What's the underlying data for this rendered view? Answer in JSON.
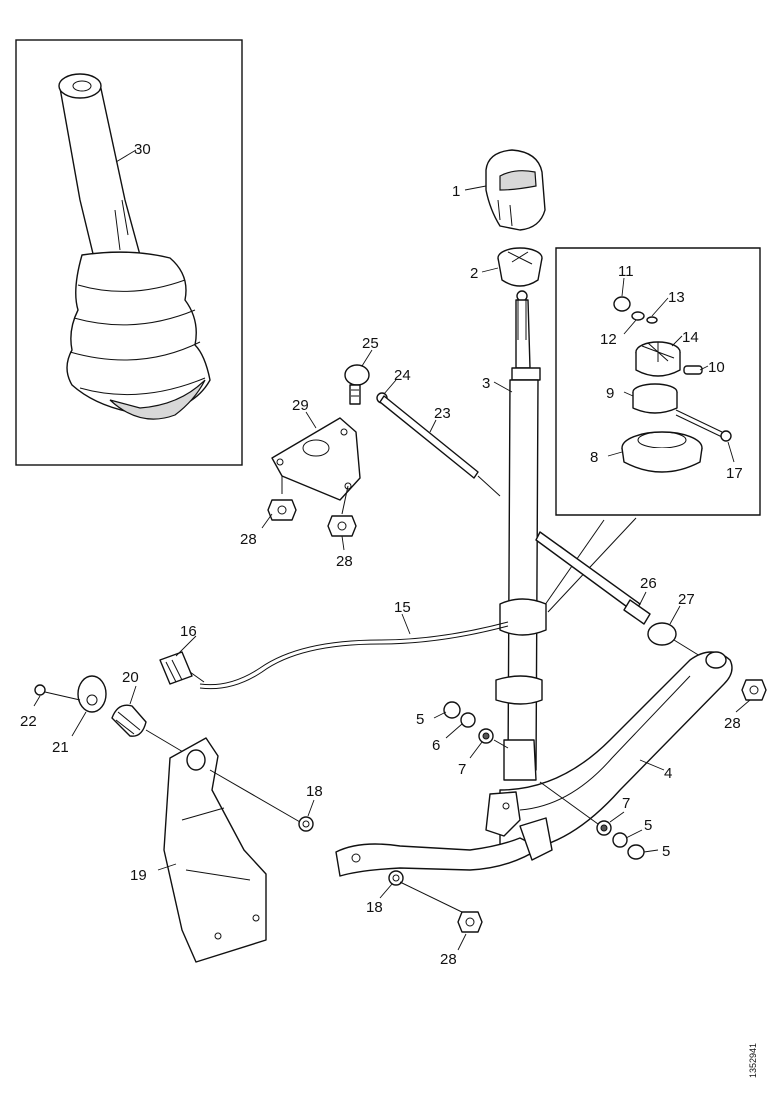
{
  "labels": {
    "l1": "1",
    "l2": "2",
    "l3": "3",
    "l4": "4",
    "l5a": "5",
    "l5b": "5",
    "l5c": "5",
    "l6": "6",
    "l7a": "7",
    "l7b": "7",
    "l8": "8",
    "l9": "9",
    "l10": "10",
    "l11": "11",
    "l12": "12",
    "l13": "13",
    "l14": "14",
    "l15": "15",
    "l16": "16",
    "l17": "17",
    "l18a": "18",
    "l18b": "18",
    "l19": "19",
    "l20": "20",
    "l21": "21",
    "l22": "22",
    "l23": "23",
    "l24": "24",
    "l25": "25",
    "l26": "26",
    "l27": "27",
    "l28a": "28",
    "l28b": "28",
    "l28c": "28",
    "l28d": "28",
    "l29": "29",
    "l30": "30"
  },
  "reference_code": "1352941"
}
